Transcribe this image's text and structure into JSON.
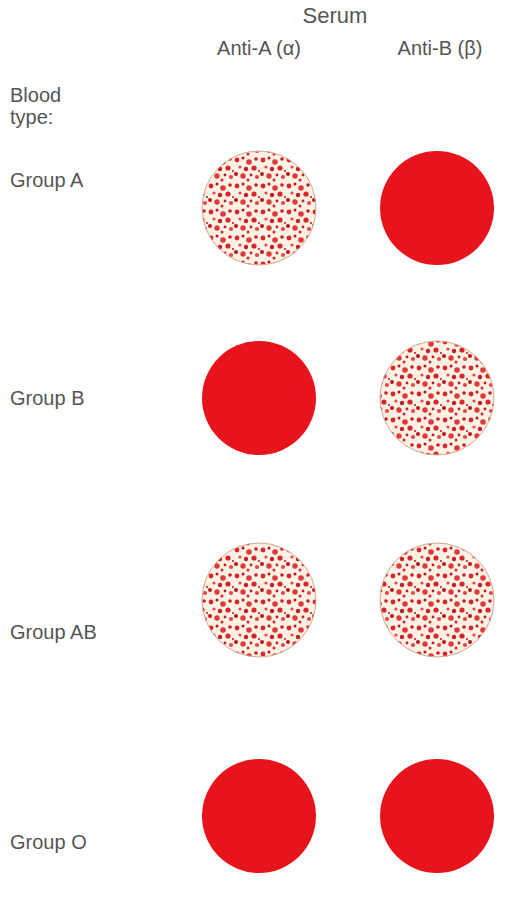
{
  "diagram": {
    "labels": [
      "Serum",
      "Anti-A (α)",
      "Anti-B (β)",
      "Blood type:",
      "Group A",
      "Group B",
      "Group AB",
      "Group O"
    ]
  }
}
